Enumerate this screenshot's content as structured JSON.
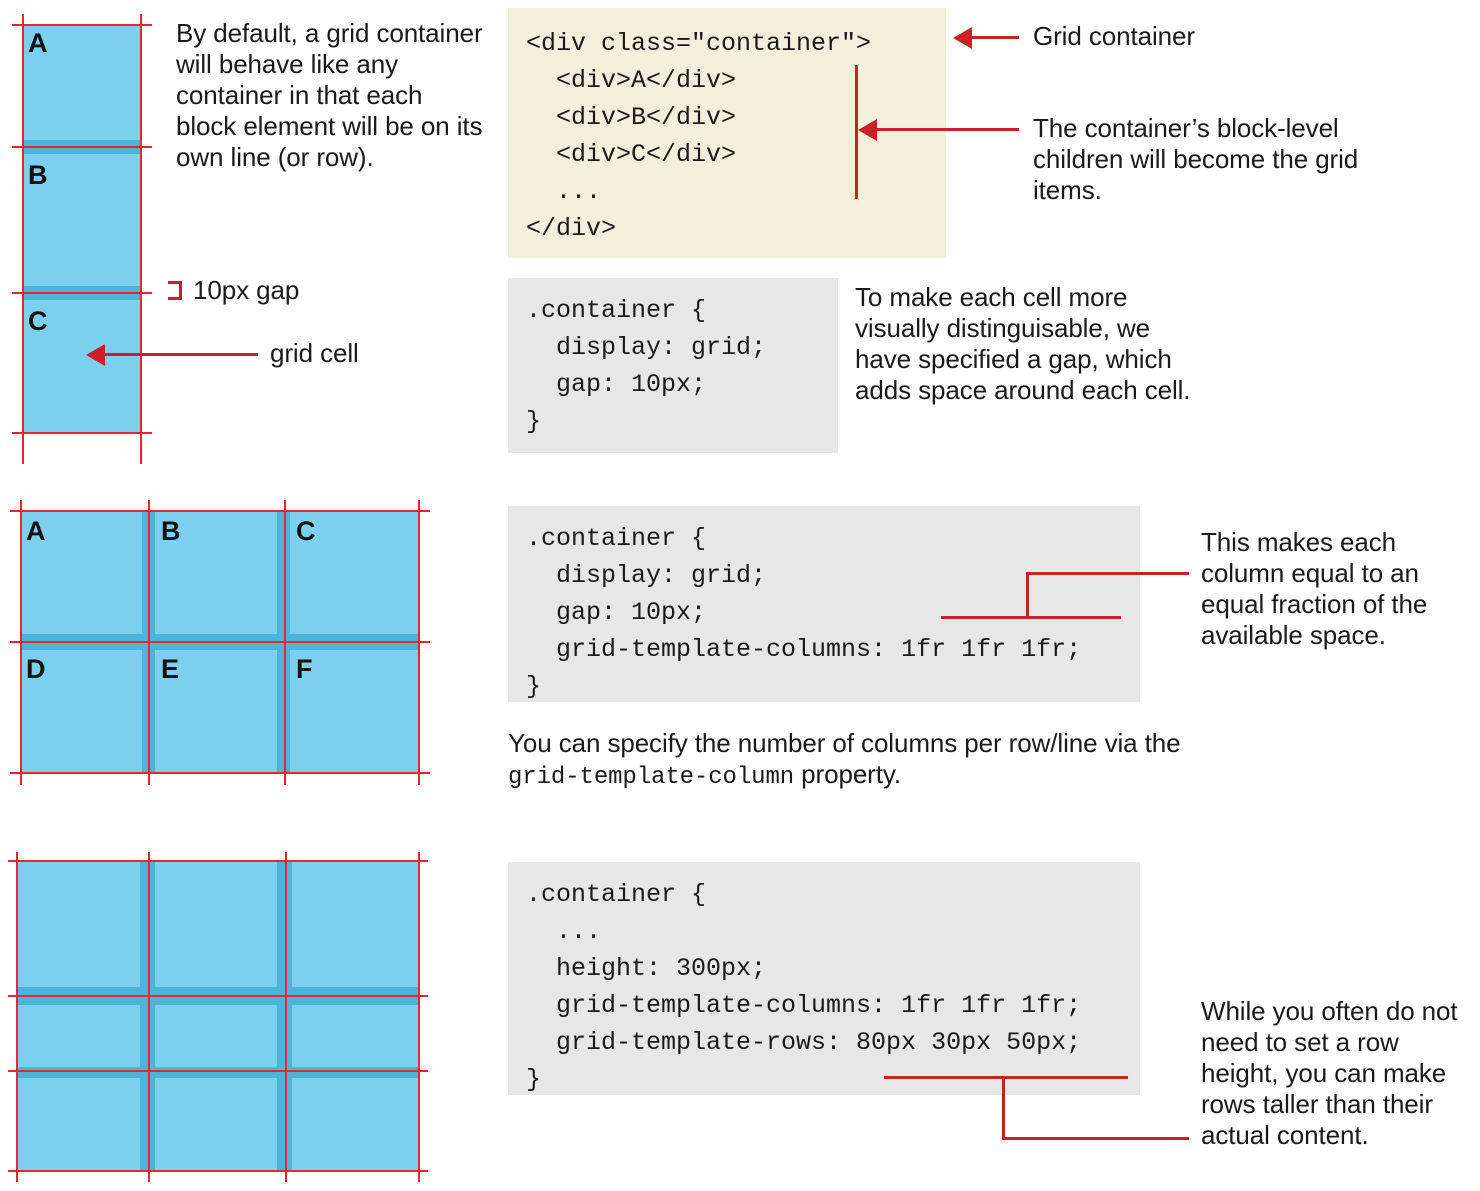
{
  "figure": {
    "title": "CSS Grid basics illustration",
    "colors": {
      "cell_fill": "#7dd0ed",
      "gap_band": "#4cb3d9",
      "grid_line": "#e8262d",
      "annotation": "#cc2027",
      "code_bg_html": "#f4efda",
      "code_bg_css": "#e7e7e7",
      "code_highlight": "#d5202c"
    }
  },
  "section1": {
    "grid_letters": [
      "A",
      "B",
      "C"
    ],
    "paragraph": "By default, a grid container will behave like any container in that each block element will be on its own line (or row).",
    "gap_label": "10px  gap",
    "cell_label": "grid cell",
    "html_code": {
      "lines": [
        "<div class=\"container\">",
        "  <div>A</div>",
        "  <div>B</div>",
        "  <div>C</div>",
        "  ...",
        "</div>"
      ],
      "full": "<div class=\"container\">\n  <div>A</div>\n  <div>B</div>\n  <div>C</div>\n  ...\n</div>"
    },
    "callout_container": "Grid container",
    "callout_children": "The container’s block-level children will become the grid items.",
    "css_code": {
      "line1": ".container {",
      "line2": "  display: grid;",
      "line3": "  gap: 10px;",
      "line4": "}"
    },
    "css_note": "To make each cell more visually distinguisable, we have specified a gap, which adds space around each cell."
  },
  "section2": {
    "grid_letters": [
      "A",
      "B",
      "C",
      "D",
      "E",
      "F"
    ],
    "css_code": {
      "line1": ".container {",
      "line2": "  display: grid;",
      "line3": "  gap: 10px;",
      "line4": "  grid-template-columns: 1fr 1fr 1fr;",
      "line5": "}"
    },
    "callout": "This makes each column equal to an equal fraction of the available space.",
    "note_prefix": "You can specify the number of columns per row/line via the ",
    "note_mono": "grid-template-column",
    "note_suffix": " property."
  },
  "section3": {
    "css_code": {
      "line1": ".container {",
      "line2": "  ...",
      "line3": "  height: 300px;",
      "line4": "  grid-template-columns: 1fr 1fr 1fr;",
      "line5": "  grid-template-rows: 80px 30px 50px;",
      "line6": "}"
    },
    "callout": "While you often do not need to set a row height, you can make rows taller than their actual content."
  }
}
